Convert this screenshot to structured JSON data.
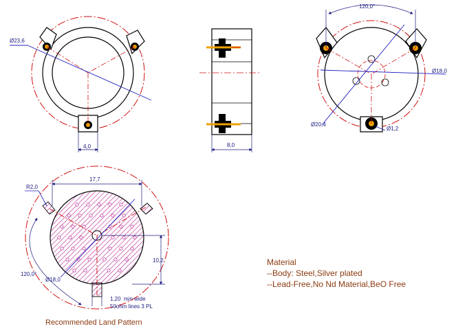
{
  "colors": {
    "outline": "#000000",
    "centerline": "#d01010",
    "dimension": "#1a1a80",
    "leader": "#2020c0",
    "hatch": "#c040a0",
    "pin": "#f0a000",
    "notes": "#8b3a10"
  },
  "top_left_view": {
    "diameter_label": "Ø23,6",
    "tab_width_label": "4,0"
  },
  "side_view": {
    "width_label": "8,0"
  },
  "top_right_view": {
    "angle_label": "120,0°",
    "outer_diameter_label": "Ø18,0",
    "bolt_circle_label": "Ø20,4",
    "pin_diameter_label": "Ø1,2"
  },
  "land_pattern": {
    "width_label": "17,7",
    "radius_label": "R2,0",
    "angle_label": "120,0°",
    "diameter_label": "Ø18,0",
    "height_label": "10,2",
    "line_width_label": "1,20",
    "line_note_1": "min wide",
    "line_note_2": "50ohm lines 3 PL",
    "caption": "Recommended Land Pattern"
  },
  "material": {
    "heading": "Material",
    "line_1": "--Body: Steel,Silver plated",
    "line_2": "--Lead-Free,No Nd Material,BeO Free"
  }
}
